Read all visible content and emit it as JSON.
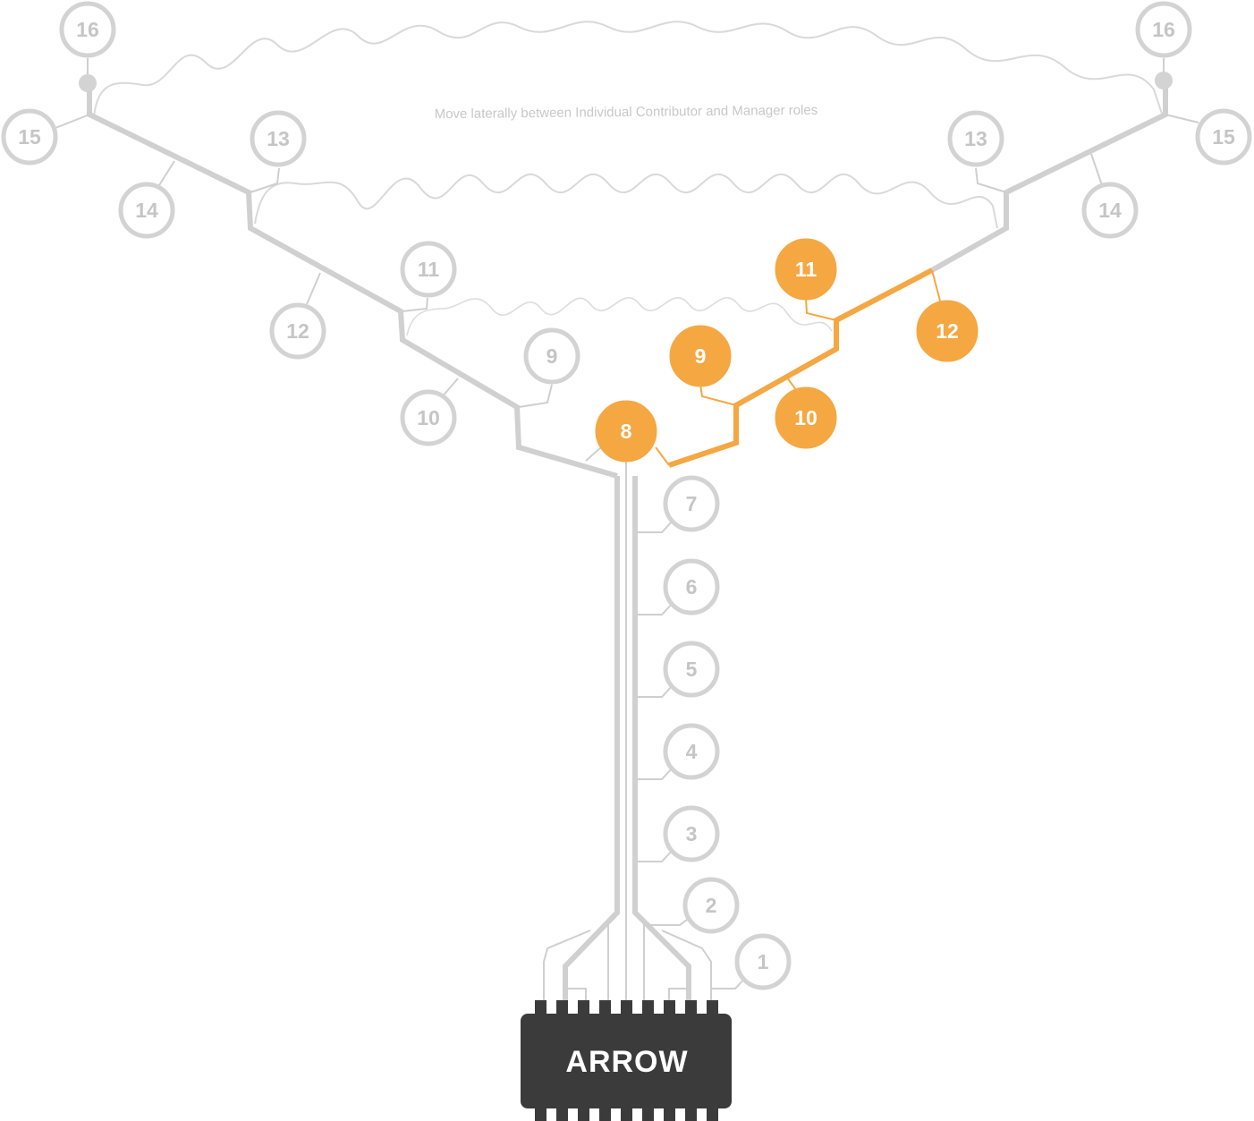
{
  "lateral_move_label": "Move laterally between Individual Contributor and Manager roles",
  "logo_text": "ARROW",
  "colors": {
    "active": "#f5a742",
    "inactive": "#d3d3d3",
    "chip": "#3b3b3b"
  },
  "levels": {
    "l1": "1",
    "l2": "2",
    "l3": "3",
    "l4": "4",
    "l5": "5",
    "l6": "6",
    "l7": "7",
    "l8": "8",
    "l9": "9",
    "l10": "10",
    "l11": "11",
    "l12": "12",
    "l13": "13",
    "l14": "14",
    "l15": "15",
    "l16": "16"
  },
  "active_levels": [
    "8",
    "9",
    "10",
    "11",
    "12"
  ],
  "active_path": "right"
}
